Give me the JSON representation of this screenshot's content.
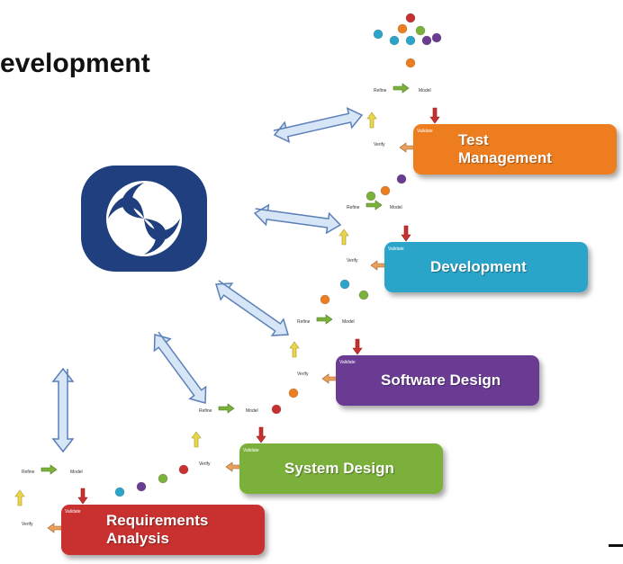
{
  "title": "evelopment",
  "stages": [
    {
      "id": "requirements",
      "label_lines": [
        "Requirements",
        "Analysis"
      ],
      "color": "#c8312f"
    },
    {
      "id": "system-design",
      "label_lines": [
        "System Design"
      ],
      "color": "#7bb13a"
    },
    {
      "id": "software-design",
      "label_lines": [
        "Software Design"
      ],
      "color": "#6a3b93"
    },
    {
      "id": "development",
      "label_lines": [
        "Development"
      ],
      "color": "#2aa5c9"
    },
    {
      "id": "test-management",
      "label_lines": [
        "Test",
        "Management"
      ],
      "color": "#ee7d1f"
    }
  ],
  "small_labels": {
    "refine": "Refine",
    "model": "Model",
    "verify": "Verify",
    "validate": "Validate"
  },
  "colors": {
    "arrow_fill": "#d6e6f7",
    "arrow_stroke": "#5b7fb8",
    "logo": "#2a4a8c",
    "refine_arrow": "#7bb13a",
    "verify_arrow": "#e8a05a",
    "model_arrow": "#c8312f",
    "up_arrow": "#e9d64a"
  }
}
